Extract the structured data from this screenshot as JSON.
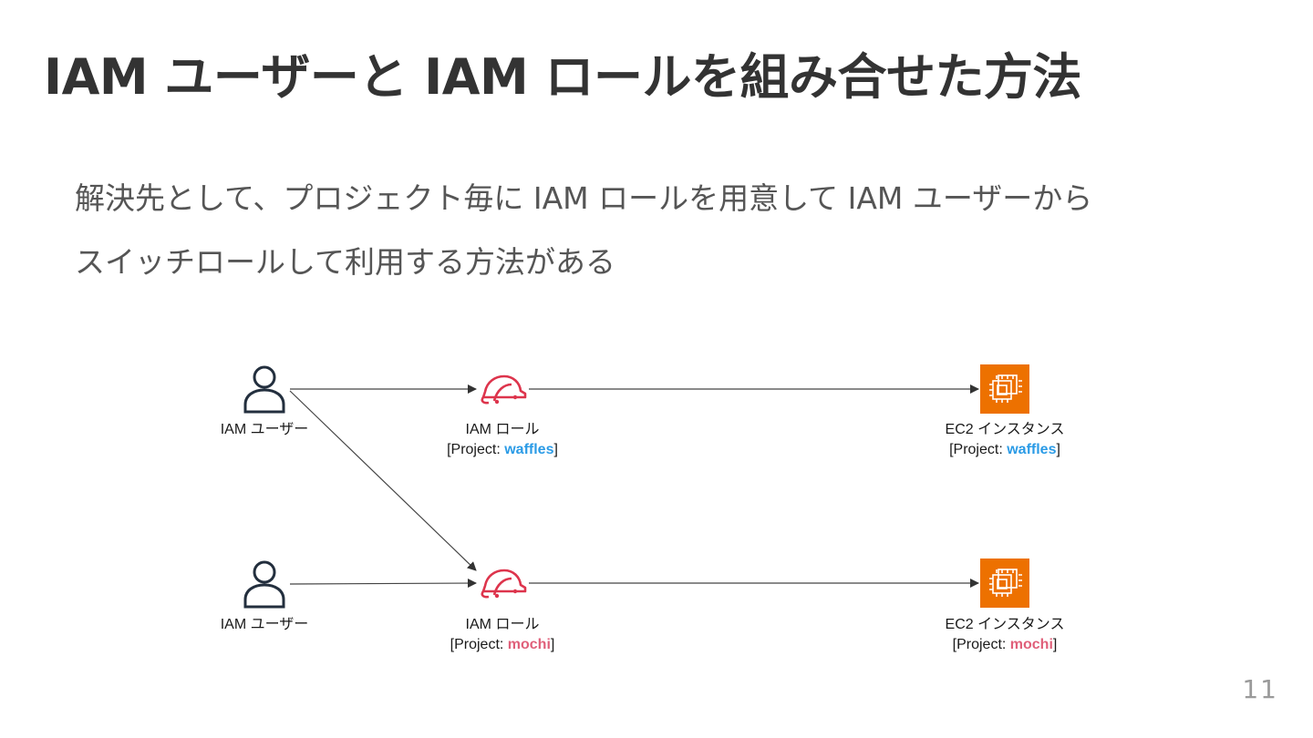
{
  "slide": {
    "title": "IAM ユーザーと IAM ロールを組み合せた方法",
    "body_lines": [
      "解決先として、プロジェクト毎に IAM ロールを用意して IAM ユーザーから",
      "スイッチロールして利用する方法がある"
    ],
    "page_number": "11"
  },
  "diagram": {
    "users": [
      {
        "label": "IAM ユーザー",
        "icon": "user-icon"
      },
      {
        "label": "IAM ユーザー",
        "icon": "user-icon"
      }
    ],
    "roles": [
      {
        "label": "IAM ロール",
        "project_prefix": "[Project: ",
        "project": "waffles",
        "project_suffix": "]",
        "icon": "hard-hat-icon"
      },
      {
        "label": "IAM ロール",
        "project_prefix": "[Project: ",
        "project": "mochi",
        "project_suffix": "]",
        "icon": "hard-hat-icon"
      }
    ],
    "instances": [
      {
        "label": "EC2 インスタンス",
        "project_prefix": "[Project: ",
        "project": "waffles",
        "project_suffix": "]",
        "icon": "ec2-chip-icon"
      },
      {
        "label": "EC2 インスタンス",
        "project_prefix": "[Project: ",
        "project": "mochi",
        "project_suffix": "]",
        "icon": "ec2-chip-icon"
      }
    ],
    "colors": {
      "waffles": "#2b9be6",
      "mochi": "#e0607a",
      "ec2_orange": "#ed7100",
      "role_red": "#dd344c",
      "user_navy": "#232f3e"
    }
  }
}
